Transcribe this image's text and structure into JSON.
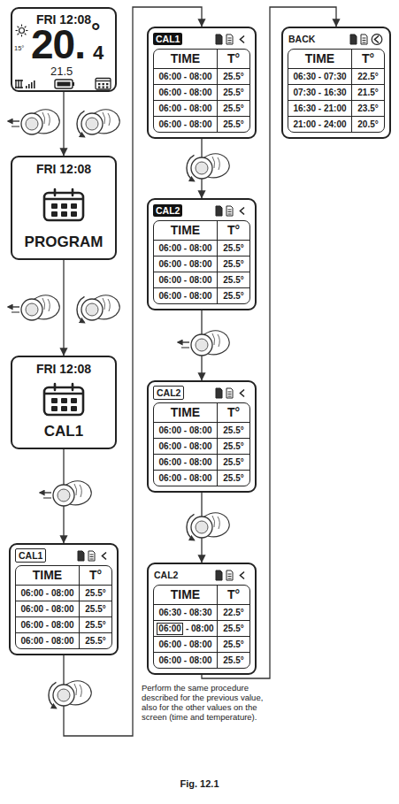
{
  "diagram": {
    "caption": "Fig. 12.1",
    "nodes": [
      {
        "text": [
          "FRI 12:08",
          "15°",
          "20.",
          "4",
          "°",
          "21.5"
        ]
      },
      {
        "text": [
          "FRI 12:08",
          "PROGRAM"
        ]
      },
      {
        "text": [
          "FRI 12:08",
          "CAL1"
        ]
      },
      {
        "text": [
          "CAL1",
          "TIME",
          "T°",
          "06:00 - 08:00",
          "25.5°",
          "06:00 - 08:00",
          "25.5°",
          "06:00 - 08:00",
          "25.5°",
          "06:00 - 08:00",
          "25.5°"
        ]
      },
      {
        "text": [
          "CAL1",
          "TIME",
          "T°",
          "06:00 - 08:00",
          "25.5°",
          "06:00 - 08:00",
          "25.5°",
          "06:00 - 08:00",
          "25.5°",
          "06:00 - 08:00",
          "25.5°"
        ]
      },
      {
        "text": [
          "CAL2",
          "TIME",
          "T°",
          "06:00 - 08:00",
          "25.5°",
          "06:00 - 08:00",
          "25.5°",
          "06:00 - 08:00",
          "25.5°",
          "06:00 - 08:00",
          "25.5°"
        ]
      },
      {
        "text": [
          "CAL2",
          "TIME",
          "T°",
          "06:00 - 08:00",
          "25.5°",
          "06:00 - 08:00",
          "25.5°",
          "06:00 - 08:00",
          "25.5°",
          "06:00 - 08:00",
          "25.5°"
        ]
      },
      {
        "text": [
          "CAL2",
          "TIME",
          "T°",
          "06:30 - 08:30",
          "22.5°",
          "06:00",
          "- 08:00",
          "25.5°",
          "06:00 - 08:00",
          "25.5°",
          "06:00 - 08:00",
          "25.5°"
        ]
      },
      {
        "text": [
          "BACK",
          "TIME",
          "T°",
          "06:30 - 07:30",
          "22.5°",
          "07:30 - 16:30",
          "21.5°",
          "16:30 - 21:00",
          "23.5°",
          "21:00 - 24:00",
          "20.5°"
        ]
      }
    ],
    "edges": [
      {
        "from": 0,
        "to": 1,
        "arrow": "to"
      },
      {
        "from": 1,
        "to": 2,
        "arrow": "to"
      },
      {
        "from": 2,
        "to": 3,
        "arrow": "to"
      },
      {
        "from": 3,
        "to": 4,
        "arrow": "to"
      },
      {
        "from": 4,
        "to": 5,
        "arrow": "to"
      },
      {
        "from": 5,
        "to": 6,
        "arrow": "to"
      },
      {
        "from": 6,
        "to": 7,
        "arrow": "to"
      },
      {
        "from": 7,
        "to": 8,
        "arrow": "to"
      }
    ],
    "labels": [
      "Perform the same procedure described for the previous value, also for the other values on the screen (time and temperature)."
    ]
  }
}
